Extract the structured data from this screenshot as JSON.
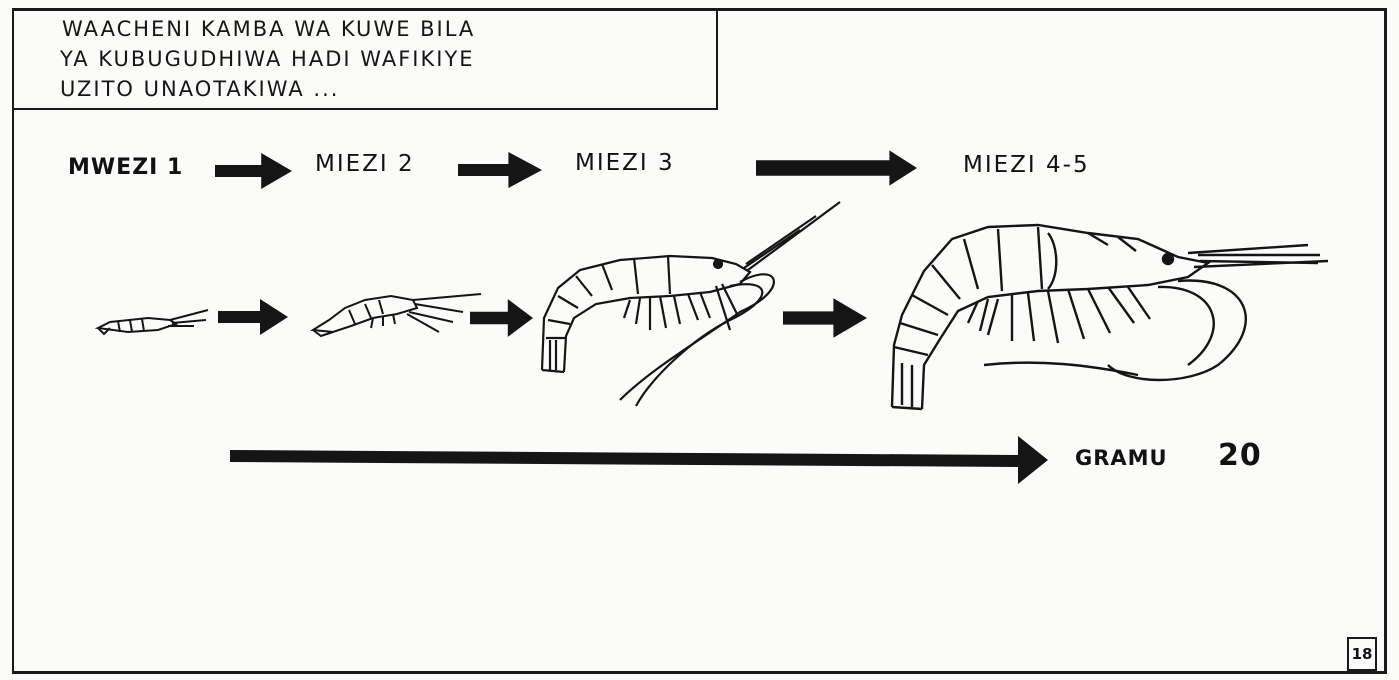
{
  "caption": {
    "lines": [
      "WAACHENI KAMBA WA KUWE BILA",
      "YA KUBUGUDHIWA  HADI WAFIKIYE",
      "UZITO  UNAOTAKIWA ..."
    ]
  },
  "stages": [
    {
      "label": "MWEZI 1"
    },
    {
      "label": "MIEZI 2"
    },
    {
      "label": "MIEZI 3"
    },
    {
      "label": "MIEZI 4-5"
    }
  ],
  "final_weight": {
    "unit": "GRAMU",
    "value": "20"
  },
  "page_number": "18",
  "icons": [
    "arrow-right-icon",
    "shrimp-icon"
  ],
  "colors": {
    "ink": "#151515",
    "paper": "#fbfbfa"
  }
}
